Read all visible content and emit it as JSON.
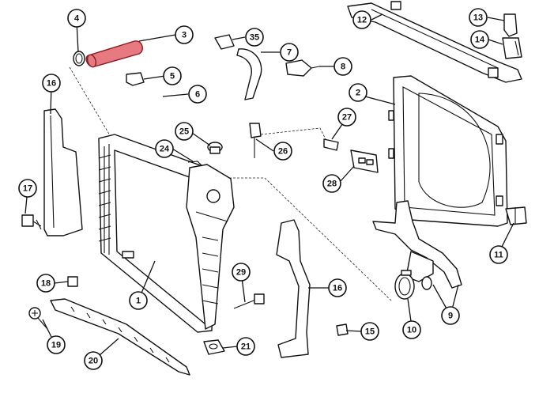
{
  "diagram": {
    "highlight_color": "#e67a80",
    "line_color": "#111111",
    "callouts": [
      {
        "id": "c1",
        "label": "1",
        "part": "radiator"
      },
      {
        "id": "c2",
        "label": "2",
        "part": "fan-shroud"
      },
      {
        "id": "c3",
        "label": "3",
        "part": "upper-hose-highlighted"
      },
      {
        "id": "c4",
        "label": "4",
        "part": "hose-clamp"
      },
      {
        "id": "c5",
        "label": "5",
        "part": "clip"
      },
      {
        "id": "c6",
        "label": "6",
        "part": "overflow-tube"
      },
      {
        "id": "c7",
        "label": "7",
        "part": "bypass-hose"
      },
      {
        "id": "c8",
        "label": "8",
        "part": "connector"
      },
      {
        "id": "c9",
        "label": "9",
        "part": "lower-hose"
      },
      {
        "id": "c10",
        "label": "10",
        "part": "lower-hose-clamp"
      },
      {
        "id": "c11",
        "label": "11",
        "part": "shroud-clip"
      },
      {
        "id": "c12",
        "label": "12",
        "part": "upper-bracket"
      },
      {
        "id": "c13",
        "label": "13",
        "part": "bracket-clip"
      },
      {
        "id": "c14",
        "label": "14",
        "part": "insulator"
      },
      {
        "id": "c15",
        "label": "15",
        "part": "nut-clip"
      },
      {
        "id": "c16a",
        "label": "16",
        "part": "left-air-seal"
      },
      {
        "id": "c16b",
        "label": "16",
        "part": "right-air-seal"
      },
      {
        "id": "c17",
        "label": "17",
        "part": "bolt"
      },
      {
        "id": "c18",
        "label": "18",
        "part": "nut"
      },
      {
        "id": "c19",
        "label": "19",
        "part": "screw"
      },
      {
        "id": "c20",
        "label": "20",
        "part": "lower-air-deflector"
      },
      {
        "id": "c21",
        "label": "21",
        "part": "lower-insulator"
      },
      {
        "id": "c24",
        "label": "24",
        "part": "reservoir-cap-hose"
      },
      {
        "id": "c25",
        "label": "25",
        "part": "pressure-cap"
      },
      {
        "id": "c26",
        "label": "26",
        "part": "temperature-sensor"
      },
      {
        "id": "c27",
        "label": "27",
        "part": "sensor-plug"
      },
      {
        "id": "c28",
        "label": "28",
        "part": "electrical-connector"
      },
      {
        "id": "c29",
        "label": "29",
        "part": "drain-bolt"
      },
      {
        "id": "c35",
        "label": "35",
        "part": "cap-clamp"
      }
    ]
  }
}
